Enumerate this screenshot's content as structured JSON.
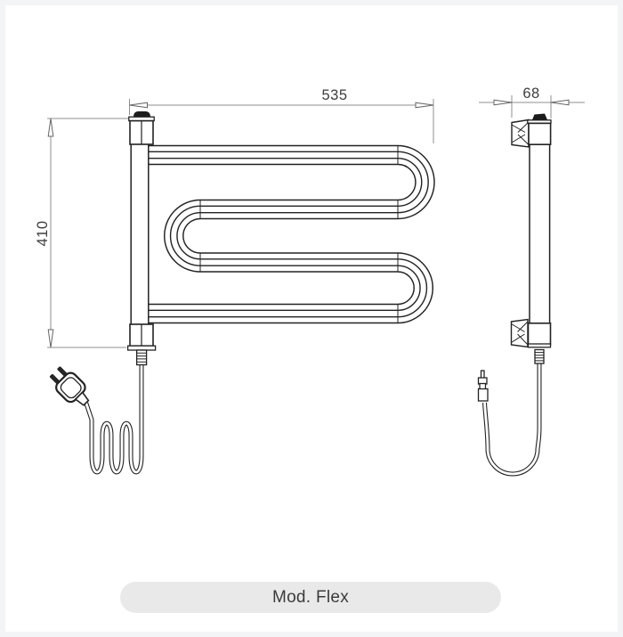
{
  "page": {
    "background": "#ffffff",
    "frame_color": "#f3f4f6"
  },
  "drawing": {
    "dimensions": {
      "width": "535",
      "height": "410",
      "depth": "68"
    },
    "colors": {
      "outline": "#222222",
      "dimension_line": "#8f8f8f",
      "dimension_text": "#3d3d3d",
      "cap_fill": "#1b1b1b"
    }
  },
  "footer": {
    "model_label": "Mod. Flex",
    "pill_background": "#e9e9ea",
    "label_color": "#3b3b3b"
  }
}
